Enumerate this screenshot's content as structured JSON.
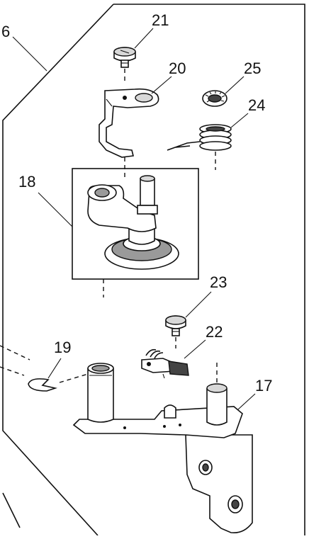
{
  "callouts": [
    {
      "id": "p6",
      "number": "6"
    },
    {
      "id": "p17",
      "number": "17"
    },
    {
      "id": "p18",
      "number": "18"
    },
    {
      "id": "p19",
      "number": "19"
    },
    {
      "id": "p20",
      "number": "20"
    },
    {
      "id": "p21",
      "number": "21"
    },
    {
      "id": "p22",
      "number": "22"
    },
    {
      "id": "p23",
      "number": "23"
    },
    {
      "id": "p24",
      "number": "24"
    },
    {
      "id": "p25",
      "number": "25"
    }
  ],
  "colors": {
    "line": "#111111",
    "fill_gray": "#9a9a9a",
    "fill_dark": "#444444"
  }
}
